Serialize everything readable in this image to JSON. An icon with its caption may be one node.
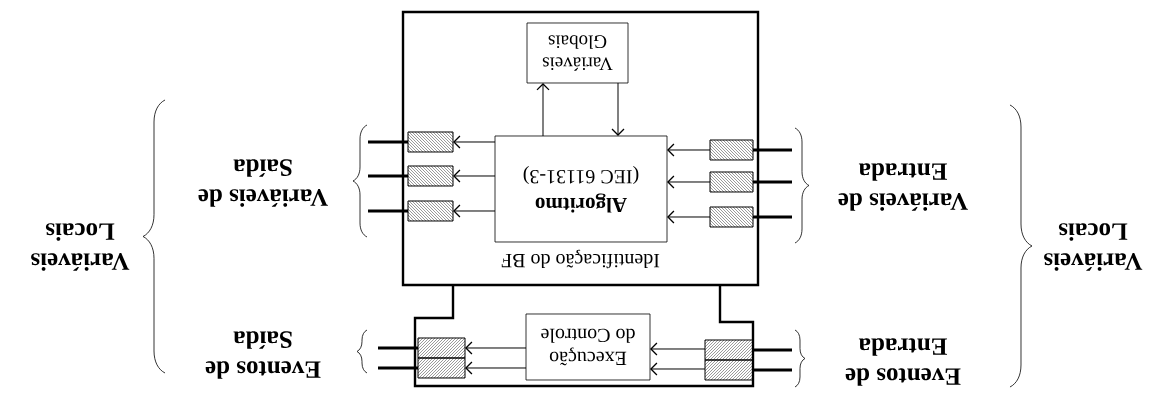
{
  "diagram": {
    "nodes": [
      {
        "text": [
          "Identificação do BF"
        ]
      },
      {
        "text": [
          "Variáveis Globais"
        ],
        "in": 0
      },
      {
        "text": [],
        "shape": "box",
        "in": 0
      },
      {
        "text": [],
        "shape": "box",
        "in": 0
      },
      {
        "text": [],
        "shape": "box",
        "in": 0
      },
      {
        "text": [
          "Algoritmo",
          "(IEC 61131-3)"
        ],
        "in": 0
      },
      {
        "text": [],
        "shape": "box",
        "in": 0
      },
      {
        "text": [],
        "shape": "box",
        "in": 0
      },
      {
        "text": [],
        "shape": "box",
        "in": 0
      },
      {
        "text": [],
        "shape": "box"
      },
      {
        "text": [],
        "shape": "box",
        "in": 9
      },
      {
        "text": [],
        "shape": "box",
        "in": 9
      },
      {
        "text": [
          "Execução do Controle"
        ],
        "in": 9
      },
      {
        "text": [],
        "shape": "box",
        "in": 9
      },
      {
        "text": [],
        "shape": "box",
        "in": 9
      }
    ],
    "edges": [
      {
        "from": 5,
        "to": 1,
        "arrow": "to"
      },
      {
        "from": 1,
        "to": 5,
        "arrow": "to"
      },
      {
        "from": 5,
        "to": 2,
        "arrow": "to"
      },
      {
        "from": 5,
        "to": 3,
        "arrow": "to"
      },
      {
        "from": 5,
        "to": 4,
        "arrow": "to"
      },
      {
        "from": 6,
        "to": 5,
        "arrow": "to"
      },
      {
        "from": 7,
        "to": 5,
        "arrow": "to"
      },
      {
        "from": 8,
        "to": 5,
        "arrow": "to"
      },
      {
        "from": 12,
        "to": 10,
        "arrow": "to"
      },
      {
        "from": 12,
        "to": 11,
        "arrow": "to"
      },
      {
        "from": 13,
        "to": 12,
        "arrow": "to"
      },
      {
        "from": 14,
        "to": 12,
        "arrow": "to"
      }
    ],
    "labels": [
      "Variáveis de Saída",
      "Variáveis de Entrada",
      "Variáveis Locais",
      "Variáveis Locais",
      "Eventos de Saída",
      "Eventos de Entrada"
    ]
  }
}
